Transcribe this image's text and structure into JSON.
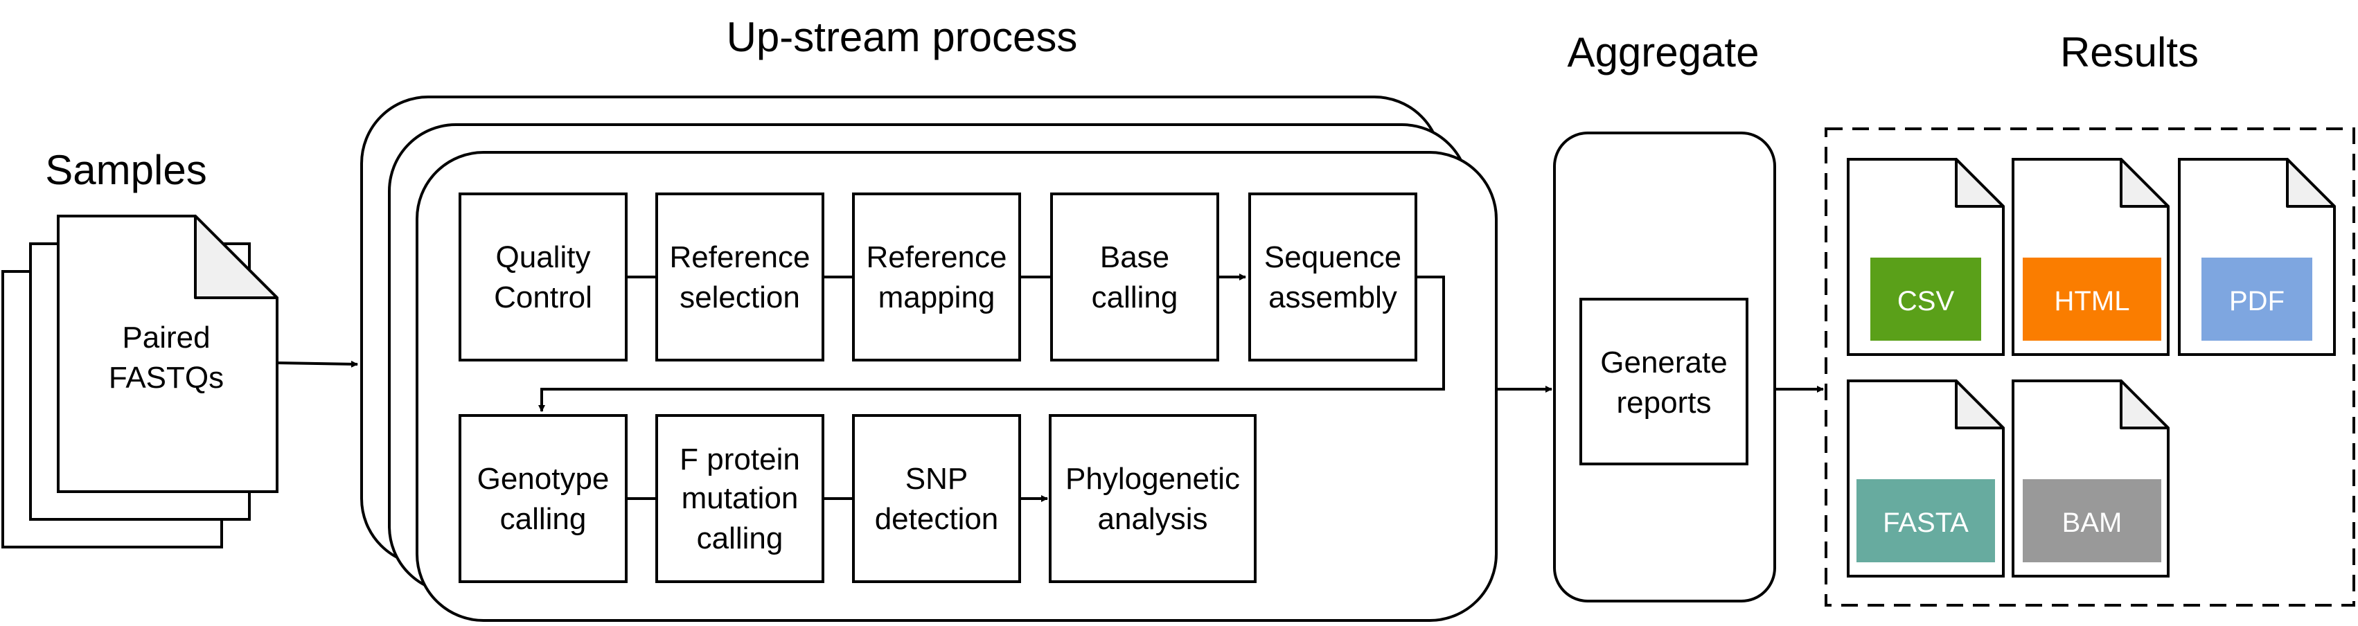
{
  "sections": {
    "samples": "Samples",
    "upstream": "Up-stream process",
    "aggregate": "Aggregate",
    "results": "Results"
  },
  "input": {
    "line1": "Paired",
    "line2": "FASTQs"
  },
  "upstream_steps": [
    {
      "lines": [
        "Quality",
        "Control"
      ]
    },
    {
      "lines": [
        "Reference",
        "selection"
      ]
    },
    {
      "lines": [
        "Reference",
        "mapping"
      ]
    },
    {
      "lines": [
        "Base",
        "calling"
      ]
    },
    {
      "lines": [
        "Sequence",
        "assembly"
      ]
    },
    {
      "lines": [
        "Genotype",
        "calling"
      ]
    },
    {
      "lines": [
        "F protein",
        "mutation",
        "calling"
      ]
    },
    {
      "lines": [
        "SNP",
        "detection"
      ]
    },
    {
      "lines": [
        "Phylogenetic",
        "analysis"
      ]
    }
  ],
  "aggregate_step": {
    "line1": "Generate",
    "line2": "reports"
  },
  "result_files": [
    {
      "label": "CSV",
      "color": "#5aa019"
    },
    {
      "label": "HTML",
      "color": "#fa7d00"
    },
    {
      "label": "PDF",
      "color": "#7ea6e0"
    },
    {
      "label": "FASTA",
      "color": "#67ab9f"
    },
    {
      "label": "BAM",
      "color": "#999999"
    }
  ]
}
